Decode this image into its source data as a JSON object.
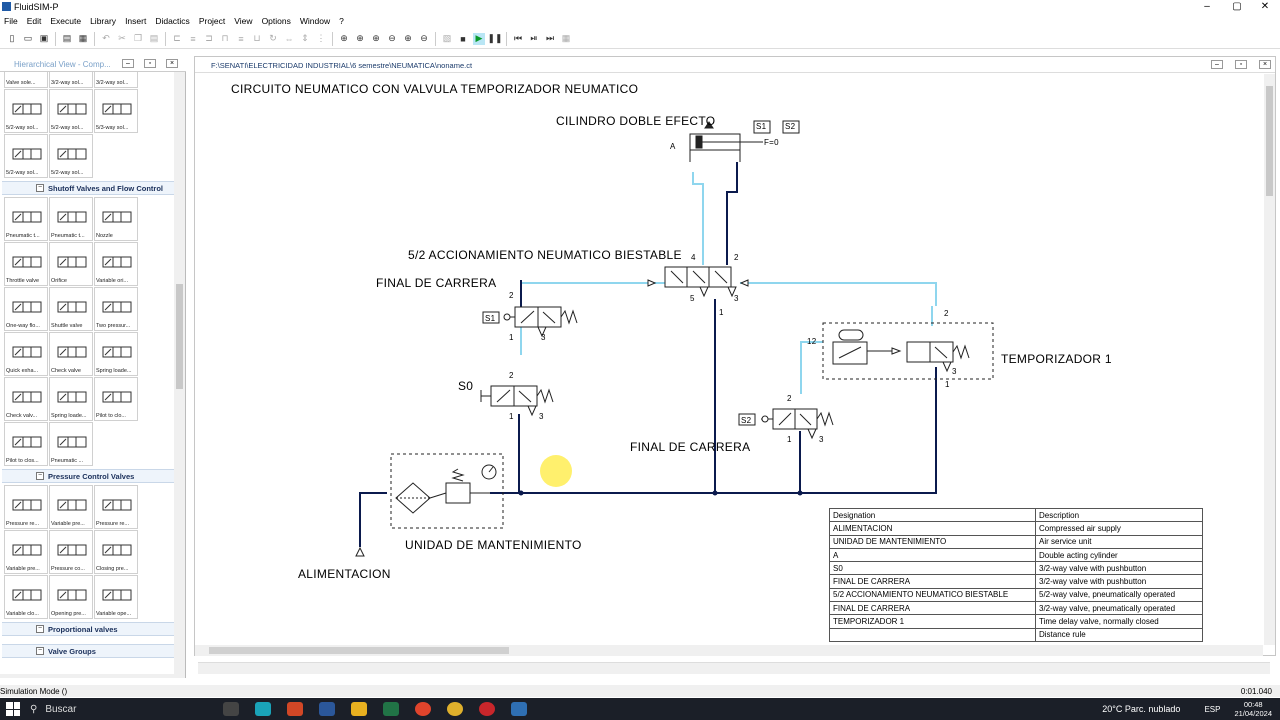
{
  "window": {
    "title": "FluidSIM-P",
    "minimize": "–",
    "maximize": "▢",
    "close": "✕"
  },
  "menu": [
    "File",
    "Edit",
    "Execute",
    "Library",
    "Insert",
    "Didactics",
    "Project",
    "View",
    "Options",
    "Window",
    "?"
  ],
  "panel": {
    "title": "Hierarchical View - Comp...",
    "row0": [
      "Valve sole...",
      "3/2-way sol...",
      "3/2-way sol..."
    ],
    "row1": [
      "5/2-way sol...",
      "5/2-way sol...",
      "5/3-way sol..."
    ],
    "row2": [
      "5/2-way sol...",
      "5/2-way sol..."
    ],
    "group_shutoff": "Shutoff Valves and Flow Control",
    "shutoff": [
      "Pneumatic t...",
      "Pneumatic t...",
      "Nozzle",
      "Throttle valve",
      "Orifice",
      "Variable ori...",
      "One-way flo...",
      "Shuttle valve",
      "Two pressur...",
      "Quick exha...",
      "Check valve",
      "Spring loade...",
      "Check valv...",
      "Spring loade...",
      "Pilot to clo...",
      "Pilot to clos...",
      "Pneumatic ..."
    ],
    "group_pressure": "Pressure Control Valves",
    "pressure": [
      "Pressure re...",
      "Variable pre...",
      "Pressure re...",
      "Variable pre...",
      "Pressure co...",
      "Closing pre...",
      "Variable clo...",
      "Opening pre...",
      "Variable ope..."
    ],
    "group_proportional": "Proportional valves",
    "group_valve": "Valve Groups"
  },
  "document": {
    "path": "F:\\SENATI\\ELECTRICIDAD INDUSTRIAL\\6 semestre\\NEUMATICA\\noname.ct"
  },
  "circuit": {
    "title": "CIRCUITO NEUMATICO CON VALVULA TEMPORIZADOR NEUMATICO",
    "cylinder_label": "CILINDRO DOBLE EFECTO",
    "cyl_A": "A",
    "cyl_F": "F=0",
    "cyl_S1": "S1",
    "cyl_S2": "S2",
    "valve52_label": "5/2 ACCIONAMIENTO NEUMATICO BIESTABLE",
    "final1_label": "FINAL DE CARRERA",
    "s0_label": "S0",
    "final2_label": "FINAL DE CARRERA",
    "temporizador_label": "TEMPORIZADOR 1",
    "unidad_label": "UNIDAD DE MANTENIMIENTO",
    "alimentacion_label": "ALIMENTACION",
    "port_4": "4",
    "port_2": "2",
    "port_5": "5",
    "port_3": "3",
    "port_1": "1",
    "port_12": "12",
    "tag_S1": "S1",
    "tag_S2": "S2"
  },
  "parts_table": {
    "headers": [
      "Designation",
      "Description"
    ],
    "rows": [
      [
        "ALIMENTACION",
        "Compressed air supply"
      ],
      [
        "UNIDAD DE MANTENIMIENTO",
        "Air service unit"
      ],
      [
        "A",
        "Double acting cylinder"
      ],
      [
        "S0",
        "3/2-way valve with pushbutton"
      ],
      [
        "FINAL DE CARRERA",
        "3/2-way valve with pushbutton"
      ],
      [
        "5/2 ACCIONAMIENTO NEUMATICO BIESTABLE",
        "5/2-way valve, pneumatically operated"
      ],
      [
        "FINAL DE CARRERA",
        "3/2-way valve, pneumatically operated"
      ],
      [
        "TEMPORIZADOR 1",
        "Time delay valve, normally closed"
      ],
      [
        "",
        "Distance rule"
      ]
    ]
  },
  "status": {
    "mode": "Simulation Mode ()",
    "time": "0:01.040"
  },
  "taskbar": {
    "search": "Buscar",
    "weather": "20°C  Parc. nublado",
    "lang": "ESP",
    "clock_time": "00:48",
    "clock_date": "21/04/2024"
  },
  "colors": {
    "supply_line": "#0b1a4d",
    "exhaust_line": "#8fd6ee",
    "accent": "#1f5aa6"
  }
}
